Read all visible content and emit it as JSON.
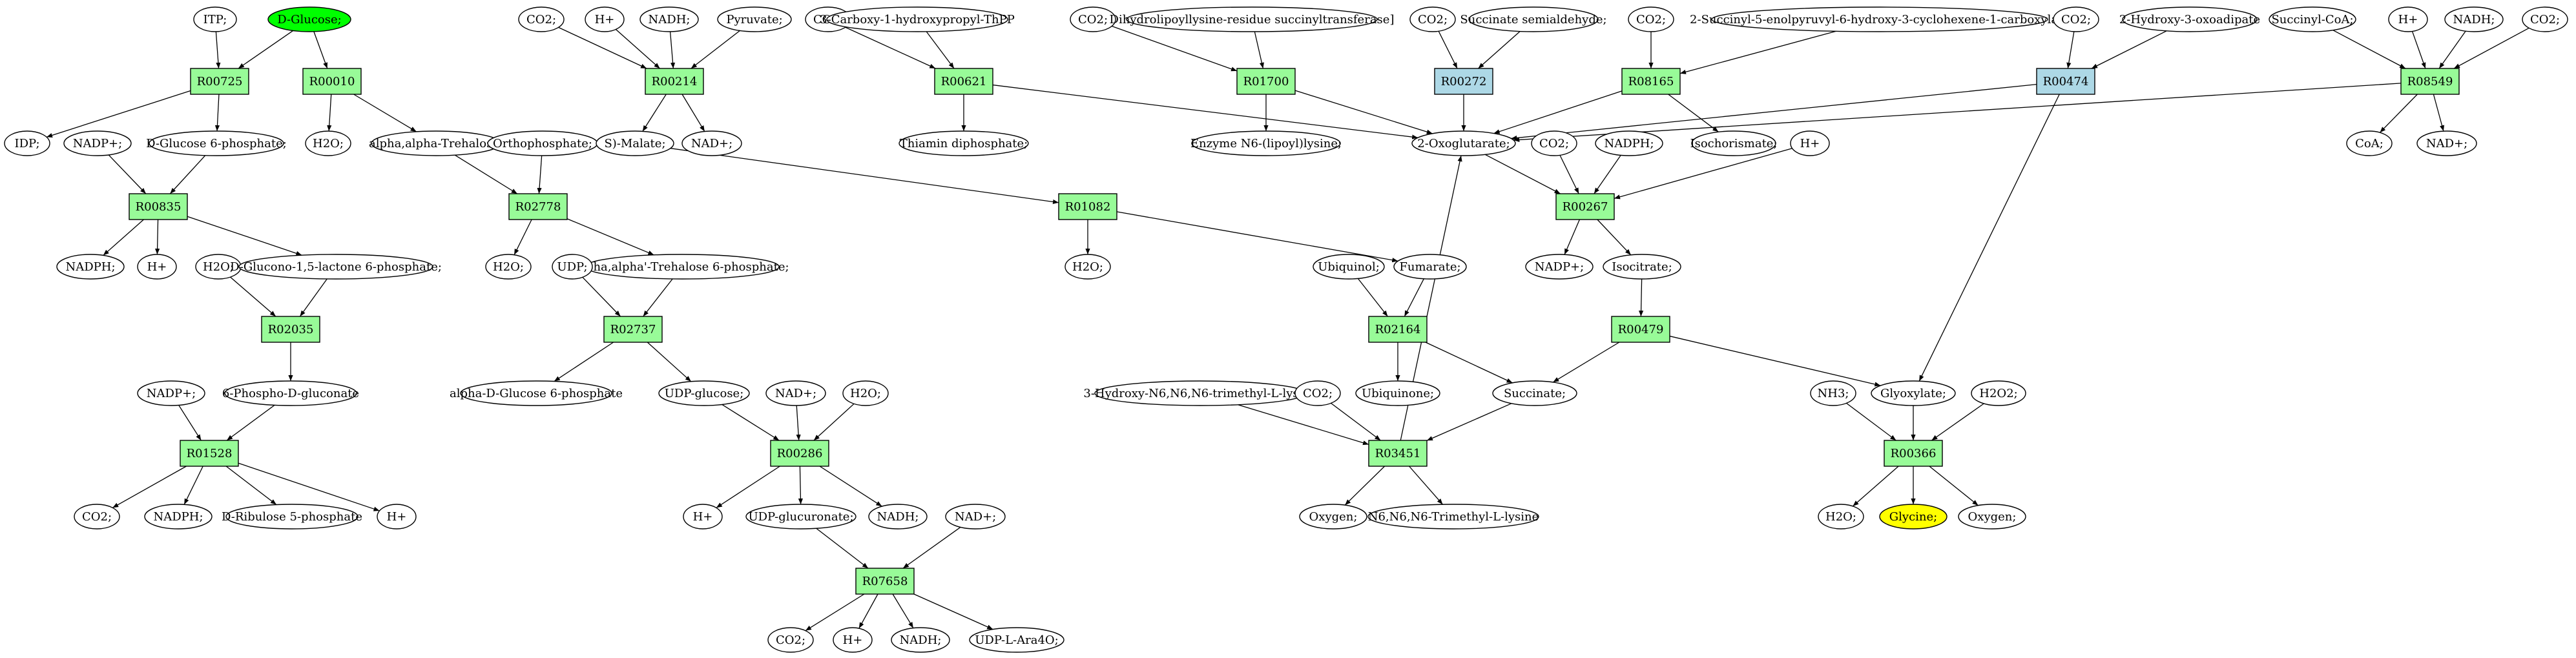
{
  "diagram": {
    "colors": {
      "reaction": "#98fb98",
      "reaction_alt": "#add8e6",
      "source": "#00ff00",
      "target": "#ffff00",
      "compound": "#ffffff",
      "line": "#000000"
    },
    "nodes": [
      {
        "id": "itp",
        "label": "ITP;",
        "shape": "ellipse"
      },
      {
        "id": "dglc",
        "label": "D-Glucose;",
        "shape": "ellipse",
        "fill": "source"
      },
      {
        "id": "R00725",
        "label": "R00725",
        "shape": "box"
      },
      {
        "id": "R00010",
        "label": "R00010",
        "shape": "box"
      },
      {
        "id": "idp",
        "label": "IDP;",
        "shape": "ellipse"
      },
      {
        "id": "nadp1",
        "label": "NADP+;",
        "shape": "ellipse"
      },
      {
        "id": "dg6p",
        "label": "D-Glucose 6-phosphate;",
        "shape": "ellipse"
      },
      {
        "id": "h2o_a",
        "label": "H2O;",
        "shape": "ellipse"
      },
      {
        "id": "trehalose",
        "label": "alpha,alpha-Trehalose;",
        "shape": "ellipse"
      },
      {
        "id": "R00835",
        "label": "R00835",
        "shape": "box"
      },
      {
        "id": "nadph1",
        "label": "NADPH;",
        "shape": "ellipse"
      },
      {
        "id": "hplus1",
        "label": "H+",
        "shape": "ellipse"
      },
      {
        "id": "h2o_b",
        "label": "H2O;",
        "shape": "ellipse"
      },
      {
        "id": "glucono",
        "label": "D-Glucono-1,5-lactone 6-phosphate;",
        "shape": "ellipse"
      },
      {
        "id": "R02035",
        "label": "R02035",
        "shape": "box"
      },
      {
        "id": "pgluconate",
        "label": "6-Phospho-D-gluconate",
        "shape": "ellipse"
      },
      {
        "id": "nadp2",
        "label": "NADP+;",
        "shape": "ellipse"
      },
      {
        "id": "R01528",
        "label": "R01528",
        "shape": "box"
      },
      {
        "id": "co2_a",
        "label": "CO2;",
        "shape": "ellipse"
      },
      {
        "id": "nadph2",
        "label": "NADPH;",
        "shape": "ellipse"
      },
      {
        "id": "ribulose",
        "label": "D-Ribulose 5-phosphate",
        "shape": "ellipse"
      },
      {
        "id": "hplus2",
        "label": "H+",
        "shape": "ellipse"
      },
      {
        "id": "orthophos",
        "label": "Orthophosphate;",
        "shape": "ellipse"
      },
      {
        "id": "R02778",
        "label": "R02778",
        "shape": "box"
      },
      {
        "id": "h2o_c",
        "label": "H2O;",
        "shape": "ellipse"
      },
      {
        "id": "treh6p",
        "label": "alpha,alpha'-Trehalose 6-phosphate;",
        "shape": "ellipse"
      },
      {
        "id": "udp",
        "label": "UDP;",
        "shape": "ellipse"
      },
      {
        "id": "R02737",
        "label": "R02737",
        "shape": "box"
      },
      {
        "id": "adg6p",
        "label": "alpha-D-Glucose 6-phosphate",
        "shape": "ellipse"
      },
      {
        "id": "udpglc",
        "label": "UDP-glucose;",
        "shape": "ellipse"
      },
      {
        "id": "nad1",
        "label": "NAD+;",
        "shape": "ellipse"
      },
      {
        "id": "h2o_d",
        "label": "H2O;",
        "shape": "ellipse"
      },
      {
        "id": "R00286",
        "label": "R00286",
        "shape": "box"
      },
      {
        "id": "hplus3",
        "label": "H+",
        "shape": "ellipse"
      },
      {
        "id": "udpglcur",
        "label": "UDP-glucuronate;",
        "shape": "ellipse"
      },
      {
        "id": "nadh1",
        "label": "NADH;",
        "shape": "ellipse"
      },
      {
        "id": "nad2",
        "label": "NAD+;",
        "shape": "ellipse"
      },
      {
        "id": "R07658",
        "label": "R07658",
        "shape": "box"
      },
      {
        "id": "co2_b",
        "label": "CO2;",
        "shape": "ellipse"
      },
      {
        "id": "hplus4",
        "label": "H+",
        "shape": "ellipse"
      },
      {
        "id": "nadh2",
        "label": "NADH;",
        "shape": "ellipse"
      },
      {
        "id": "udpara",
        "label": "UDP-L-Ara4O;",
        "shape": "ellipse"
      },
      {
        "id": "co2_c",
        "label": "CO2;",
        "shape": "ellipse"
      },
      {
        "id": "hplus5",
        "label": "H+",
        "shape": "ellipse"
      },
      {
        "id": "nadh3",
        "label": "NADH;",
        "shape": "ellipse"
      },
      {
        "id": "pyruvate",
        "label": "Pyruvate;",
        "shape": "ellipse"
      },
      {
        "id": "R00214",
        "label": "R00214",
        "shape": "box"
      },
      {
        "id": "smalate",
        "label": "S)-Malate;",
        "shape": "ellipse"
      },
      {
        "id": "nad3",
        "label": "NAD+;",
        "shape": "ellipse"
      },
      {
        "id": "co2_d",
        "label": "CO2;",
        "shape": "ellipse"
      },
      {
        "id": "carboxy",
        "label": "3-Carboxy-1-hydroxypropyl-ThPP",
        "shape": "ellipse"
      },
      {
        "id": "R00621",
        "label": "R00621",
        "shape": "box"
      },
      {
        "id": "thiamin",
        "label": "Thiamin diphosphate;",
        "shape": "ellipse"
      },
      {
        "id": "co2_e",
        "label": "CO2;",
        "shape": "ellipse"
      },
      {
        "id": "dihydro",
        "label": "Dihydrolipoyllysine-residue succinyltransferase]",
        "shape": "ellipse"
      },
      {
        "id": "R01700",
        "label": "R01700",
        "shape": "box"
      },
      {
        "id": "enzyme",
        "label": "Enzyme N6-(lipoyl)lysine;",
        "shape": "ellipse"
      },
      {
        "id": "co2_f",
        "label": "CO2;",
        "shape": "ellipse"
      },
      {
        "id": "succsemi",
        "label": "Succinate semialdehyde;",
        "shape": "ellipse"
      },
      {
        "id": "R00272",
        "label": "R00272",
        "shape": "box",
        "fill": "reaction_alt"
      },
      {
        "id": "oxoglut",
        "label": "2-Oxoglutarate;",
        "shape": "ellipse"
      },
      {
        "id": "co2_g",
        "label": "CO2;",
        "shape": "ellipse"
      },
      {
        "id": "succinyl5",
        "label": "2-Succinyl-5-enolpyruvyl-6-hydroxy-3-cyclohexene-1-carboxylate",
        "shape": "ellipse"
      },
      {
        "id": "R08165",
        "label": "R08165",
        "shape": "box"
      },
      {
        "id": "isochor",
        "label": "Isochorismate;",
        "shape": "ellipse"
      },
      {
        "id": "co2_h",
        "label": "CO2;",
        "shape": "ellipse"
      },
      {
        "id": "hydroxy3",
        "label": "2-Hydroxy-3-oxoadipate",
        "shape": "ellipse"
      },
      {
        "id": "R00474",
        "label": "R00474",
        "shape": "box",
        "fill": "reaction_alt"
      },
      {
        "id": "succcoa",
        "label": "Succinyl-CoA;",
        "shape": "ellipse"
      },
      {
        "id": "hplus6",
        "label": "H+",
        "shape": "ellipse"
      },
      {
        "id": "nadh4",
        "label": "NADH;",
        "shape": "ellipse"
      },
      {
        "id": "co2_i",
        "label": "CO2;",
        "shape": "ellipse"
      },
      {
        "id": "R08549",
        "label": "R08549",
        "shape": "box"
      },
      {
        "id": "coa",
        "label": "CoA;",
        "shape": "ellipse"
      },
      {
        "id": "nad4",
        "label": "NAD+;",
        "shape": "ellipse"
      },
      {
        "id": "R01082",
        "label": "R01082",
        "shape": "box"
      },
      {
        "id": "h2o_e",
        "label": "H2O;",
        "shape": "ellipse"
      },
      {
        "id": "ubiquinol",
        "label": "Ubiquinol;",
        "shape": "ellipse"
      },
      {
        "id": "fumarate",
        "label": "Fumarate;",
        "shape": "ellipse"
      },
      {
        "id": "R02164",
        "label": "R02164",
        "shape": "box"
      },
      {
        "id": "ubiquinone",
        "label": "Ubiquinone;",
        "shape": "ellipse"
      },
      {
        "id": "succinate",
        "label": "Succinate;",
        "shape": "ellipse"
      },
      {
        "id": "hydroxytml",
        "label": "3-Hydroxy-N6,N6,N6-trimethyl-L-lysine",
        "shape": "ellipse"
      },
      {
        "id": "co2_j",
        "label": "CO2;",
        "shape": "ellipse"
      },
      {
        "id": "R03451",
        "label": "R03451",
        "shape": "box"
      },
      {
        "id": "oxygen1",
        "label": "Oxygen;",
        "shape": "ellipse"
      },
      {
        "id": "tml",
        "label": "N6,N6,N6-Trimethyl-L-lysine",
        "shape": "ellipse"
      },
      {
        "id": "co2_k",
        "label": "CO2;",
        "shape": "ellipse"
      },
      {
        "id": "nadph3",
        "label": "NADPH;",
        "shape": "ellipse"
      },
      {
        "id": "hplus7",
        "label": "H+",
        "shape": "ellipse"
      },
      {
        "id": "R00267",
        "label": "R00267",
        "shape": "box"
      },
      {
        "id": "nadp3",
        "label": "NADP+;",
        "shape": "ellipse"
      },
      {
        "id": "isocitrate",
        "label": "Isocitrate;",
        "shape": "ellipse"
      },
      {
        "id": "R00479",
        "label": "R00479",
        "shape": "box"
      },
      {
        "id": "nh3",
        "label": "NH3;",
        "shape": "ellipse"
      },
      {
        "id": "glyoxylate",
        "label": "Glyoxylate;",
        "shape": "ellipse"
      },
      {
        "id": "h2o2",
        "label": "H2O2;",
        "shape": "ellipse"
      },
      {
        "id": "R00366",
        "label": "R00366",
        "shape": "box"
      },
      {
        "id": "h2o_f",
        "label": "H2O;",
        "shape": "ellipse"
      },
      {
        "id": "glycine",
        "label": "Glycine;",
        "shape": "ellipse",
        "fill": "target"
      },
      {
        "id": "oxygen2",
        "label": "Oxygen;",
        "shape": "ellipse"
      }
    ],
    "edges": [
      [
        "itp",
        "R00725"
      ],
      [
        "dglc",
        "R00725"
      ],
      [
        "dglc",
        "R00010"
      ],
      [
        "R00725",
        "idp"
      ],
      [
        "R00725",
        "dg6p"
      ],
      [
        "R00010",
        "h2o_a"
      ],
      [
        "R00010",
        "trehalose"
      ],
      [
        "nadp1",
        "R00835"
      ],
      [
        "dg6p",
        "R00835"
      ],
      [
        "R00835",
        "nadph1"
      ],
      [
        "R00835",
        "hplus1"
      ],
      [
        "R00835",
        "glucono"
      ],
      [
        "h2o_b",
        "R02035"
      ],
      [
        "glucono",
        "R02035"
      ],
      [
        "R02035",
        "pgluconate"
      ],
      [
        "nadp2",
        "R01528"
      ],
      [
        "pgluconate",
        "R01528"
      ],
      [
        "R01528",
        "co2_a"
      ],
      [
        "R01528",
        "nadph2"
      ],
      [
        "R01528",
        "ribulose"
      ],
      [
        "R01528",
        "hplus2"
      ],
      [
        "orthophos",
        "R02778"
      ],
      [
        "trehalose",
        "R02778"
      ],
      [
        "R02778",
        "h2o_c"
      ],
      [
        "R02778",
        "treh6p"
      ],
      [
        "udp",
        "R02737"
      ],
      [
        "treh6p",
        "R02737"
      ],
      [
        "R02737",
        "adg6p"
      ],
      [
        "R02737",
        "udpglc"
      ],
      [
        "udpglc",
        "R00286"
      ],
      [
        "nad1",
        "R00286"
      ],
      [
        "h2o_d",
        "R00286"
      ],
      [
        "R00286",
        "hplus3"
      ],
      [
        "R00286",
        "udpglcur"
      ],
      [
        "R00286",
        "nadh1"
      ],
      [
        "udpglcur",
        "R07658"
      ],
      [
        "nad2",
        "R07658"
      ],
      [
        "R07658",
        "co2_b"
      ],
      [
        "R07658",
        "hplus4"
      ],
      [
        "R07658",
        "nadh2"
      ],
      [
        "R07658",
        "udpara"
      ],
      [
        "co2_c",
        "R00214"
      ],
      [
        "hplus5",
        "R00214"
      ],
      [
        "nadh3",
        "R00214"
      ],
      [
        "pyruvate",
        "R00214"
      ],
      [
        "R00214",
        "smalate"
      ],
      [
        "R00214",
        "nad3"
      ],
      [
        "smalate",
        "R01082"
      ],
      [
        "R01082",
        "h2o_e"
      ],
      [
        "R01082",
        "fumarate"
      ],
      [
        "co2_d",
        "R00621"
      ],
      [
        "carboxy",
        "R00621"
      ],
      [
        "R00621",
        "thiamin"
      ],
      [
        "R00621",
        "oxoglut"
      ],
      [
        "co2_e",
        "R01700"
      ],
      [
        "dihydro",
        "R01700"
      ],
      [
        "R01700",
        "enzyme"
      ],
      [
        "R01700",
        "oxoglut"
      ],
      [
        "co2_f",
        "R00272"
      ],
      [
        "succsemi",
        "R00272"
      ],
      [
        "R00272",
        "oxoglut"
      ],
      [
        "co2_g",
        "R08165"
      ],
      [
        "succinyl5",
        "R08165"
      ],
      [
        "R08165",
        "oxoglut"
      ],
      [
        "R08165",
        "isochor"
      ],
      [
        "co2_h",
        "R00474"
      ],
      [
        "hydroxy3",
        "R00474"
      ],
      [
        "R00474",
        "oxoglut"
      ],
      [
        "R00474",
        "glyoxylate"
      ],
      [
        "succcoa",
        "R08549"
      ],
      [
        "hplus6",
        "R08549"
      ],
      [
        "nadh4",
        "R08549"
      ],
      [
        "co2_i",
        "R08549"
      ],
      [
        "R08549",
        "oxoglut"
      ],
      [
        "R08549",
        "coa"
      ],
      [
        "R08549",
        "nad4"
      ],
      [
        "oxoglut",
        "R00267"
      ],
      [
        "co2_k",
        "R00267"
      ],
      [
        "nadph3",
        "R00267"
      ],
      [
        "hplus7",
        "R00267"
      ],
      [
        "R00267",
        "nadp3"
      ],
      [
        "R00267",
        "isocitrate"
      ],
      [
        "isocitrate",
        "R00479"
      ],
      [
        "R00479",
        "succinate"
      ],
      [
        "R00479",
        "glyoxylate"
      ],
      [
        "ubiquinol",
        "R02164"
      ],
      [
        "fumarate",
        "R02164"
      ],
      [
        "R02164",
        "ubiquinone"
      ],
      [
        "R02164",
        "succinate"
      ],
      [
        "hydroxytml",
        "R03451"
      ],
      [
        "co2_j",
        "R03451"
      ],
      [
        "succinate",
        "R03451"
      ],
      [
        "R03451",
        "oxygen1"
      ],
      [
        "R03451",
        "tml"
      ],
      [
        "R03451",
        "oxoglut"
      ],
      [
        "nh3",
        "R00366"
      ],
      [
        "glyoxylate",
        "R00366"
      ],
      [
        "h2o2",
        "R00366"
      ],
      [
        "R00366",
        "h2o_f"
      ],
      [
        "R00366",
        "glycine"
      ],
      [
        "R00366",
        "oxygen2"
      ]
    ]
  }
}
